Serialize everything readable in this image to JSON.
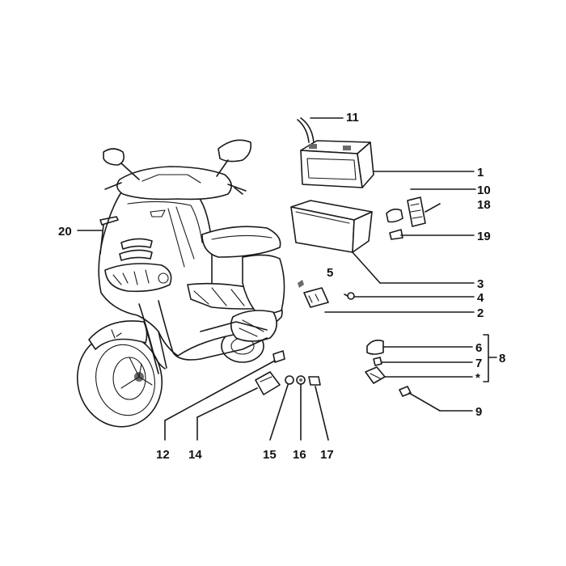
{
  "callouts": [
    {
      "id": "1",
      "text": "1"
    },
    {
      "id": "2",
      "text": "2"
    },
    {
      "id": "3",
      "text": "3"
    },
    {
      "id": "4",
      "text": "4"
    },
    {
      "id": "5",
      "text": "5"
    },
    {
      "id": "6",
      "text": "6"
    },
    {
      "id": "7",
      "text": "7"
    },
    {
      "id": "8",
      "text": "8"
    },
    {
      "id": "9",
      "text": "9"
    },
    {
      "id": "10",
      "text": "10"
    },
    {
      "id": "11",
      "text": "11"
    },
    {
      "id": "12",
      "text": "12"
    },
    {
      "id": "14",
      "text": "14"
    },
    {
      "id": "15",
      "text": "15"
    },
    {
      "id": "16",
      "text": "16"
    },
    {
      "id": "17",
      "text": "17"
    },
    {
      "id": "18",
      "text": "18"
    },
    {
      "id": "19",
      "text": "19"
    },
    {
      "id": "20",
      "text": "20"
    }
  ],
  "marks": {
    "asterisk": "*"
  },
  "colors": {
    "ink": "#1a1a1a",
    "paper": "#ffffff"
  }
}
